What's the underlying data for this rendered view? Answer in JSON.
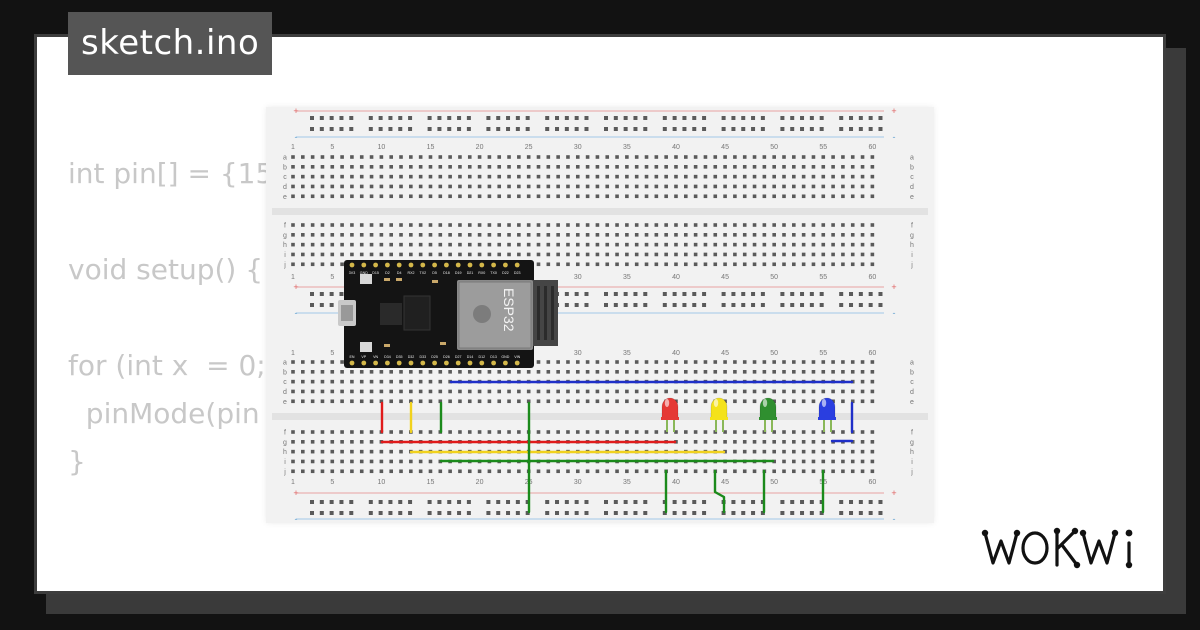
{
  "file_tab": "sketch.ino",
  "code_lines": [
    "int pin[] = {15",
    "",
    "void setup() {",
    "",
    "for (int x  = 0;",
    "  pinMode(pin",
    "}"
  ],
  "breadboard": {
    "column_numbers": [
      "1",
      "5",
      "10",
      "15",
      "20",
      "25",
      "30",
      "35",
      "40",
      "45",
      "50",
      "55",
      "60"
    ],
    "row_letters_top": [
      "a",
      "b",
      "c",
      "d",
      "e"
    ],
    "row_letters_bottom": [
      "f",
      "g",
      "h",
      "i",
      "j"
    ],
    "rail_plus": "+",
    "rail_minus": "-"
  },
  "esp32": {
    "chip_label": "ESP32",
    "pin_labels_top": [
      "3V3",
      "GND",
      "D15",
      "D2",
      "D4",
      "RX2",
      "TX2",
      "D5",
      "D18",
      "D19",
      "D21",
      "RX0",
      "TX0",
      "D22",
      "D23"
    ],
    "pin_labels_bottom": [
      "EN",
      "VP",
      "VN",
      "D34",
      "D35",
      "D32",
      "D33",
      "D25",
      "D26",
      "D27",
      "D14",
      "D12",
      "D13",
      "GND",
      "VIN"
    ]
  },
  "leds": [
    {
      "name": "red-led",
      "color": "#e53935"
    },
    {
      "name": "yellow-led",
      "color": "#f4e21a"
    },
    {
      "name": "green-led",
      "color": "#2f8f2f"
    },
    {
      "name": "blue-led",
      "color": "#2a3ee0"
    }
  ],
  "wire_colors": {
    "red": "#e01b1b",
    "yellow": "#f1d21d",
    "green": "#1b8a1b",
    "blue": "#1f2fc8"
  },
  "brand": "WOKWI"
}
